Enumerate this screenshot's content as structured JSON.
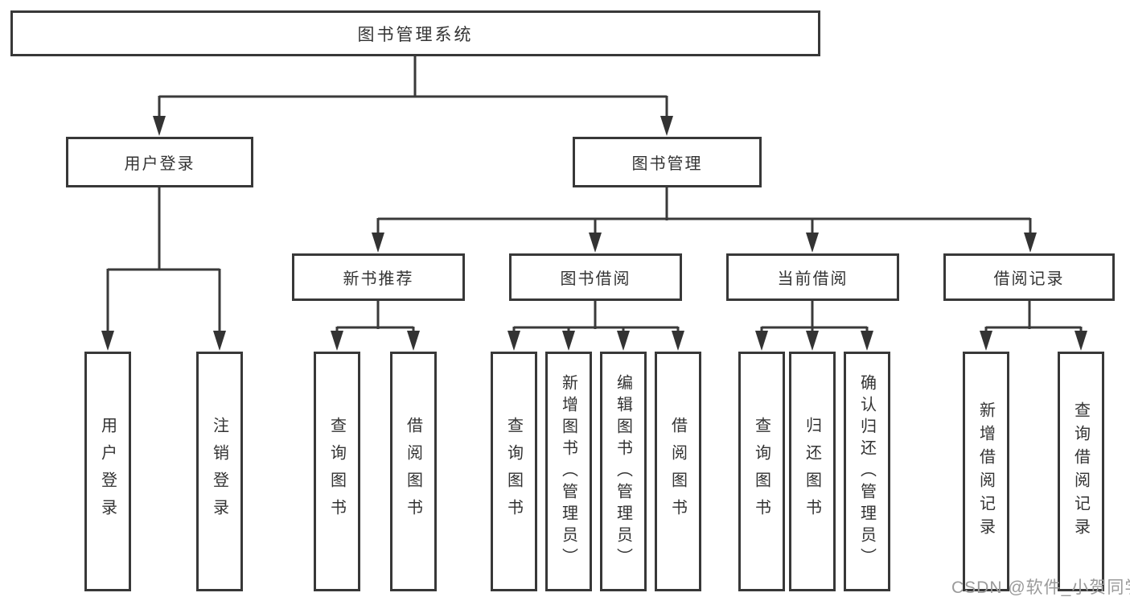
{
  "diagram_type": "hierarchy-tree",
  "colors": {
    "line": "#3a3a3a",
    "box_border": "#383838",
    "box_background": "#ffffff",
    "text": "#333333",
    "watermark": "#9a9a9a"
  },
  "tree": {
    "root": {
      "label": "图书管理系统"
    },
    "branches": [
      {
        "label": "用户登录",
        "children": [
          {
            "label": "用户登录"
          },
          {
            "label": "注销登录"
          }
        ]
      },
      {
        "label": "图书管理",
        "groups": [
          {
            "label": "新书推荐",
            "children": [
              {
                "label": "查询图书"
              },
              {
                "label": "借阅图书"
              }
            ]
          },
          {
            "label": "图书借阅",
            "children": [
              {
                "label": "查询图书"
              },
              {
                "label": "新增图书（管理员）"
              },
              {
                "label": "编辑图书（管理员）"
              },
              {
                "label": "借阅图书"
              }
            ]
          },
          {
            "label": "当前借阅",
            "children": [
              {
                "label": "查询图书"
              },
              {
                "label": "归还图书"
              },
              {
                "label": "确认归还（管理员）"
              }
            ]
          },
          {
            "label": "借阅记录",
            "children": [
              {
                "label": "新增借阅记录"
              },
              {
                "label": "查询借阅记录"
              }
            ]
          }
        ]
      }
    ]
  },
  "watermark": {
    "text": "CSDN @软件_小贺同学"
  }
}
